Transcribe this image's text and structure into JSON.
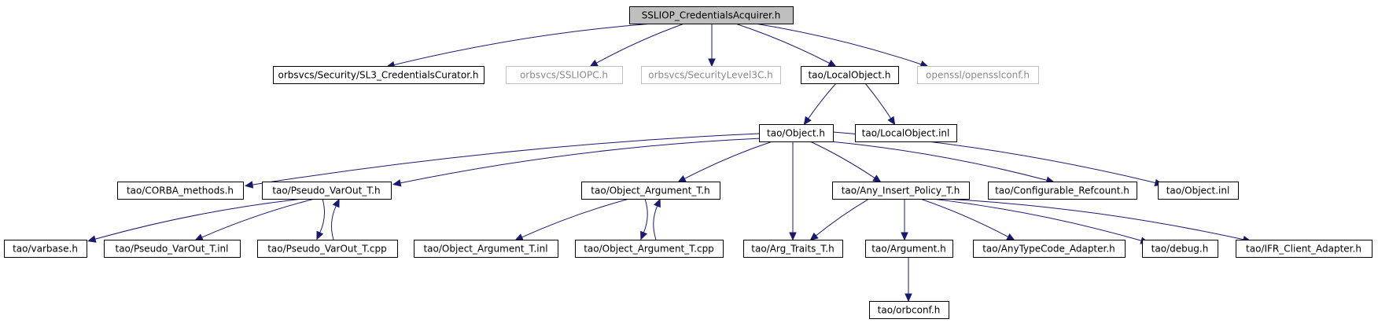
{
  "colors": {
    "edge": "#191970",
    "root_fill": "#bfbfbf",
    "external_border": "#bfbfbf",
    "external_text": "#8a8a8a"
  },
  "nodes": [
    {
      "id": "root",
      "label": "SSLIOP_CredentialsAcquirer.h",
      "kind": "root"
    },
    {
      "id": "sl3cc",
      "label": "orbsvcs/Security/SL3_CredentialsCurator.h",
      "kind": "plain"
    },
    {
      "id": "ssliopc",
      "label": "orbsvcs/SSLIOPC.h",
      "kind": "external"
    },
    {
      "id": "seclvl3",
      "label": "orbsvcs/SecurityLevel3C.h",
      "kind": "external"
    },
    {
      "id": "localobj",
      "label": "tao/LocalObject.h",
      "kind": "plain"
    },
    {
      "id": "opensslconf",
      "label": "openssl/opensslconf.h",
      "kind": "external"
    },
    {
      "id": "object",
      "label": "tao/Object.h",
      "kind": "plain"
    },
    {
      "id": "localobjinl",
      "label": "tao/LocalObject.inl",
      "kind": "plain"
    },
    {
      "id": "corbamethods",
      "label": "tao/CORBA_methods.h",
      "kind": "plain"
    },
    {
      "id": "pseudovarout",
      "label": "tao/Pseudo_VarOut_T.h",
      "kind": "plain"
    },
    {
      "id": "objarg",
      "label": "tao/Object_Argument_T.h",
      "kind": "plain"
    },
    {
      "id": "anyinsert",
      "label": "tao/Any_Insert_Policy_T.h",
      "kind": "plain"
    },
    {
      "id": "configref",
      "label": "tao/Configurable_Refcount.h",
      "kind": "plain"
    },
    {
      "id": "objectinl",
      "label": "tao/Object.inl",
      "kind": "plain"
    },
    {
      "id": "varbase",
      "label": "tao/varbase.h",
      "kind": "plain"
    },
    {
      "id": "pseudoinl",
      "label": "tao/Pseudo_VarOut_T.inl",
      "kind": "plain"
    },
    {
      "id": "pseudocpp",
      "label": "tao/Pseudo_VarOut_T.cpp",
      "kind": "plain"
    },
    {
      "id": "objarginl",
      "label": "tao/Object_Argument_T.inl",
      "kind": "plain"
    },
    {
      "id": "objargcpp",
      "label": "tao/Object_Argument_T.cpp",
      "kind": "plain"
    },
    {
      "id": "argtraits",
      "label": "tao/Arg_Traits_T.h",
      "kind": "plain"
    },
    {
      "id": "argument",
      "label": "tao/Argument.h",
      "kind": "plain"
    },
    {
      "id": "anytc",
      "label": "tao/AnyTypeCode_Adapter.h",
      "kind": "plain"
    },
    {
      "id": "debug",
      "label": "tao/debug.h",
      "kind": "plain"
    },
    {
      "id": "ifr",
      "label": "tao/IFR_Client_Adapter.h",
      "kind": "plain"
    },
    {
      "id": "orbconf",
      "label": "tao/orbconf.h",
      "kind": "plain"
    }
  ],
  "edges": [
    {
      "from": "root",
      "to": "sl3cc"
    },
    {
      "from": "root",
      "to": "ssliopc"
    },
    {
      "from": "root",
      "to": "seclvl3"
    },
    {
      "from": "root",
      "to": "localobj"
    },
    {
      "from": "root",
      "to": "opensslconf"
    },
    {
      "from": "localobj",
      "to": "object"
    },
    {
      "from": "localobj",
      "to": "localobjinl"
    },
    {
      "from": "object",
      "to": "corbamethods"
    },
    {
      "from": "object",
      "to": "pseudovarout"
    },
    {
      "from": "object",
      "to": "objarg"
    },
    {
      "from": "object",
      "to": "argtraits"
    },
    {
      "from": "object",
      "to": "anyinsert"
    },
    {
      "from": "object",
      "to": "configref"
    },
    {
      "from": "object",
      "to": "objectinl"
    },
    {
      "from": "pseudovarout",
      "to": "varbase"
    },
    {
      "from": "pseudovarout",
      "to": "pseudoinl"
    },
    {
      "from": "pseudovarout",
      "to": "pseudocpp"
    },
    {
      "from": "pseudocpp",
      "to": "pseudovarout"
    },
    {
      "from": "objarg",
      "to": "objarginl"
    },
    {
      "from": "objarg",
      "to": "objargcpp"
    },
    {
      "from": "objargcpp",
      "to": "objarg"
    },
    {
      "from": "anyinsert",
      "to": "argtraits"
    },
    {
      "from": "anyinsert",
      "to": "argument"
    },
    {
      "from": "anyinsert",
      "to": "anytc"
    },
    {
      "from": "anyinsert",
      "to": "debug"
    },
    {
      "from": "anyinsert",
      "to": "ifr"
    },
    {
      "from": "argument",
      "to": "orbconf"
    }
  ]
}
